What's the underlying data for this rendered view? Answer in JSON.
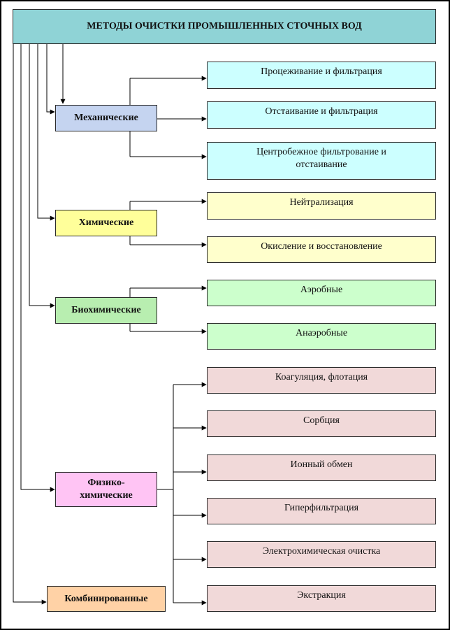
{
  "title": "МЕТОДЫ ОЧИСТКИ ПРОМЫШЛЕННЫХ СТОЧНЫХ ВОД",
  "categories": {
    "mechanical": "Механические",
    "chemical": "Химические",
    "biochemical": "Биохимические",
    "physchem": "Физико-химические",
    "combined": "Комбинированные"
  },
  "methods": {
    "mechanical": [
      "Процеживание и фильтрация",
      "Отстаивание и фильтрация",
      "Центробежное фильтрование и отстаивание"
    ],
    "chemical": [
      "Нейтрализация",
      "Окисление и восстановление"
    ],
    "biochemical": [
      "Аэробные",
      "Анаэробные"
    ],
    "physchem": [
      "Коагуляция, флотация",
      "Сорбция",
      "Ионный обмен",
      "Гиперфильтрация",
      "Электрохимическая очистка",
      "Экстракция"
    ]
  },
  "colors": {
    "title": "#8fd3d6",
    "mechanical": "#c5d4f0",
    "chemical": "#ffff9a",
    "biochemical": "#b8eeb0",
    "physchem": "#ffc4f4",
    "combined": "#ffd2a6"
  }
}
